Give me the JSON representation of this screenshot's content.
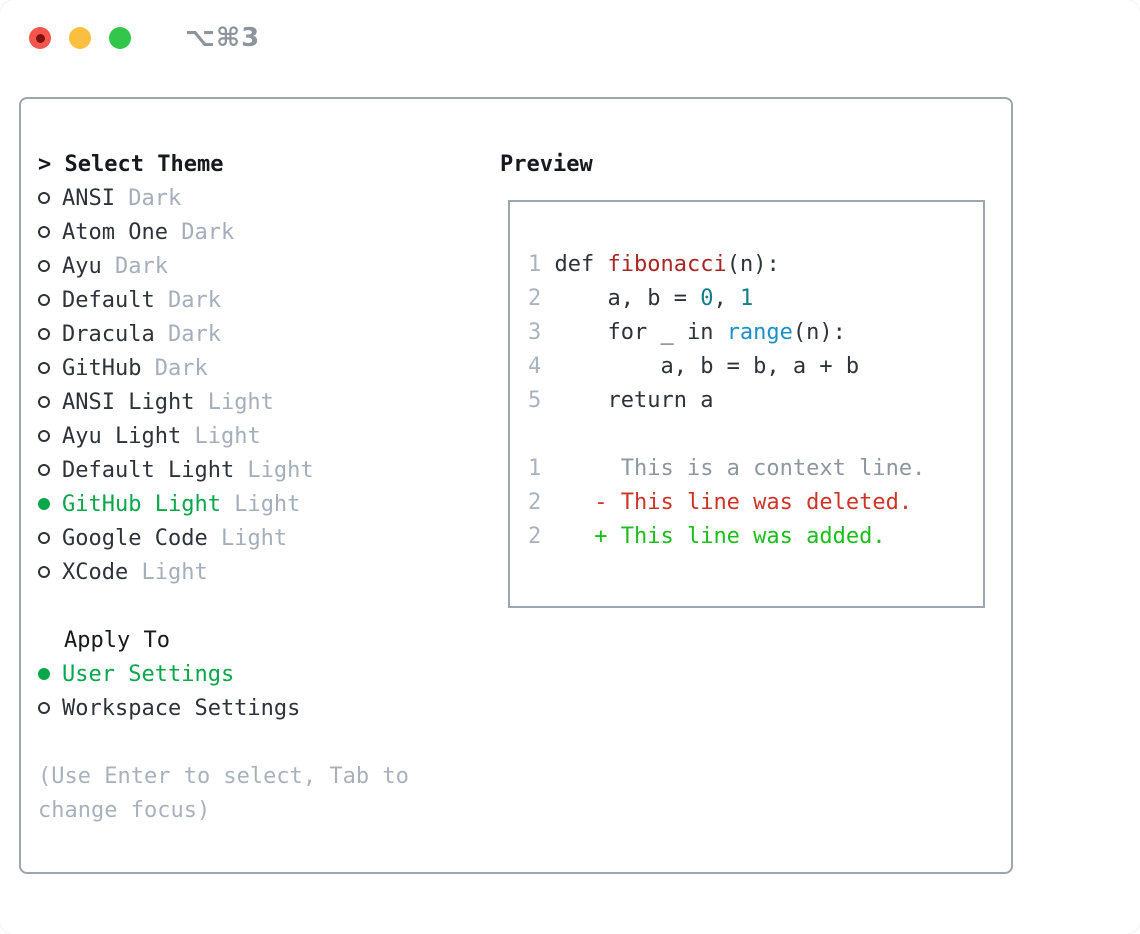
{
  "window": {
    "title": "⌥⌘3",
    "traffic_lights": [
      "close",
      "minimize",
      "zoom"
    ]
  },
  "colors": {
    "selection_green": "#0aa64a",
    "added_green": "#1abf1a",
    "deleted_red": "#ce3429",
    "function_red": "#a82623",
    "builtin_blue": "#1d90c9",
    "number_teal": "#0f7e87",
    "muted_gray": "#a5aebb",
    "border_gray": "#9ca5b0",
    "text_dark": "#2d3339"
  },
  "theme_menu": {
    "header_prefix": ">",
    "header": "Select Theme",
    "items": [
      {
        "id": "ansi-dark",
        "label": "ANSI",
        "variant": "Dark",
        "selected": false
      },
      {
        "id": "atom-one-dark",
        "label": "Atom One",
        "variant": "Dark",
        "selected": false
      },
      {
        "id": "ayu-dark",
        "label": "Ayu",
        "variant": "Dark",
        "selected": false
      },
      {
        "id": "default-dark",
        "label": "Default",
        "variant": "Dark",
        "selected": false
      },
      {
        "id": "dracula-dark",
        "label": "Dracula",
        "variant": "Dark",
        "selected": false
      },
      {
        "id": "github-dark",
        "label": "GitHub",
        "variant": "Dark",
        "selected": false
      },
      {
        "id": "ansi-light",
        "label": "ANSI Light",
        "variant": "Light",
        "selected": false
      },
      {
        "id": "ayu-light",
        "label": "Ayu Light",
        "variant": "Light",
        "selected": false
      },
      {
        "id": "default-light",
        "label": "Default Light",
        "variant": "Light",
        "selected": false
      },
      {
        "id": "github-light",
        "label": "GitHub Light",
        "variant": "Light",
        "selected": true
      },
      {
        "id": "google-code",
        "label": "Google Code",
        "variant": "Light",
        "selected": false
      },
      {
        "id": "xcode",
        "label": "XCode",
        "variant": "Light",
        "selected": false
      }
    ]
  },
  "apply_to": {
    "header": "Apply To",
    "items": [
      {
        "id": "user-settings",
        "label": "User Settings",
        "selected": true
      },
      {
        "id": "workspace-settings",
        "label": "Workspace Settings",
        "selected": false
      }
    ]
  },
  "hint_lines": [
    "(Use Enter to select, Tab to",
    "change focus)"
  ],
  "preview": {
    "title": "Preview",
    "code_lines": [
      {
        "segs": [
          [
            "1",
            "ln"
          ],
          [
            " def ",
            "txt"
          ],
          [
            "fibonacci",
            "fn"
          ],
          [
            "(n):",
            "txt"
          ]
        ]
      },
      {
        "segs": [
          [
            "2",
            "ln"
          ],
          [
            "     a, b = ",
            "txt"
          ],
          [
            "0",
            "num"
          ],
          [
            ", ",
            "txt"
          ],
          [
            "1",
            "num"
          ]
        ]
      },
      {
        "segs": [
          [
            "3",
            "ln"
          ],
          [
            "     for _ in ",
            "txt"
          ],
          [
            "range",
            "builtin"
          ],
          [
            "(n):",
            "txt"
          ]
        ]
      },
      {
        "segs": [
          [
            "4",
            "ln"
          ],
          [
            "         a, b = b, a + b",
            "txt"
          ]
        ]
      },
      {
        "segs": [
          [
            "5",
            "ln"
          ],
          [
            "     return a",
            "txt"
          ]
        ]
      },
      {
        "segs": []
      },
      {
        "segs": [
          [
            "1",
            "ln"
          ],
          [
            "      This is a context line.",
            "ctx"
          ]
        ]
      },
      {
        "segs": [
          [
            "2",
            "ln"
          ],
          [
            "    ",
            "txt"
          ],
          [
            "- This line was deleted.",
            "del"
          ]
        ]
      },
      {
        "segs": [
          [
            "2",
            "ln"
          ],
          [
            "    ",
            "txt"
          ],
          [
            "+ This line was added.",
            "add"
          ]
        ]
      }
    ]
  }
}
